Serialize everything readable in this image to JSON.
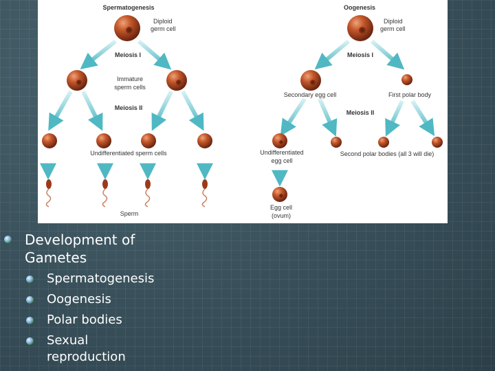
{
  "diagram": {
    "left_title": "Spermatogenesis",
    "right_title": "Oogenesis",
    "left_diploid": [
      "Diploid",
      "germ cell"
    ],
    "right_diploid": [
      "Diploid",
      "germ cell"
    ],
    "left_meiosis1": "Meiosis I",
    "right_meiosis1": "Meiosis I",
    "immature": [
      "Immature",
      "sperm cells"
    ],
    "left_meiosis2": "Meiosis II",
    "undiff_sperm": "Undifferentiated sperm cells",
    "sperm": "Sperm",
    "secondary_egg": "Secondary egg cell",
    "first_polar": "First polar body",
    "right_meiosis2": "Meiosis II",
    "undiff_egg": [
      "Undifferentiated",
      "egg cell"
    ],
    "second_polar": "Second polar bodies (all 3 will die)",
    "egg_cell": [
      "Egg cell",
      "(ovum)"
    ]
  },
  "bullets": {
    "main": [
      "Development of",
      "Gametes"
    ],
    "items": [
      "Spermatogenesis",
      "Oogenesis",
      "Polar bodies",
      "Sexual reproduction"
    ]
  },
  "colors": {
    "background": "#3d5560",
    "cell": "#b5481f",
    "arrow": "#5ec3cc",
    "text": "#ffffff"
  }
}
